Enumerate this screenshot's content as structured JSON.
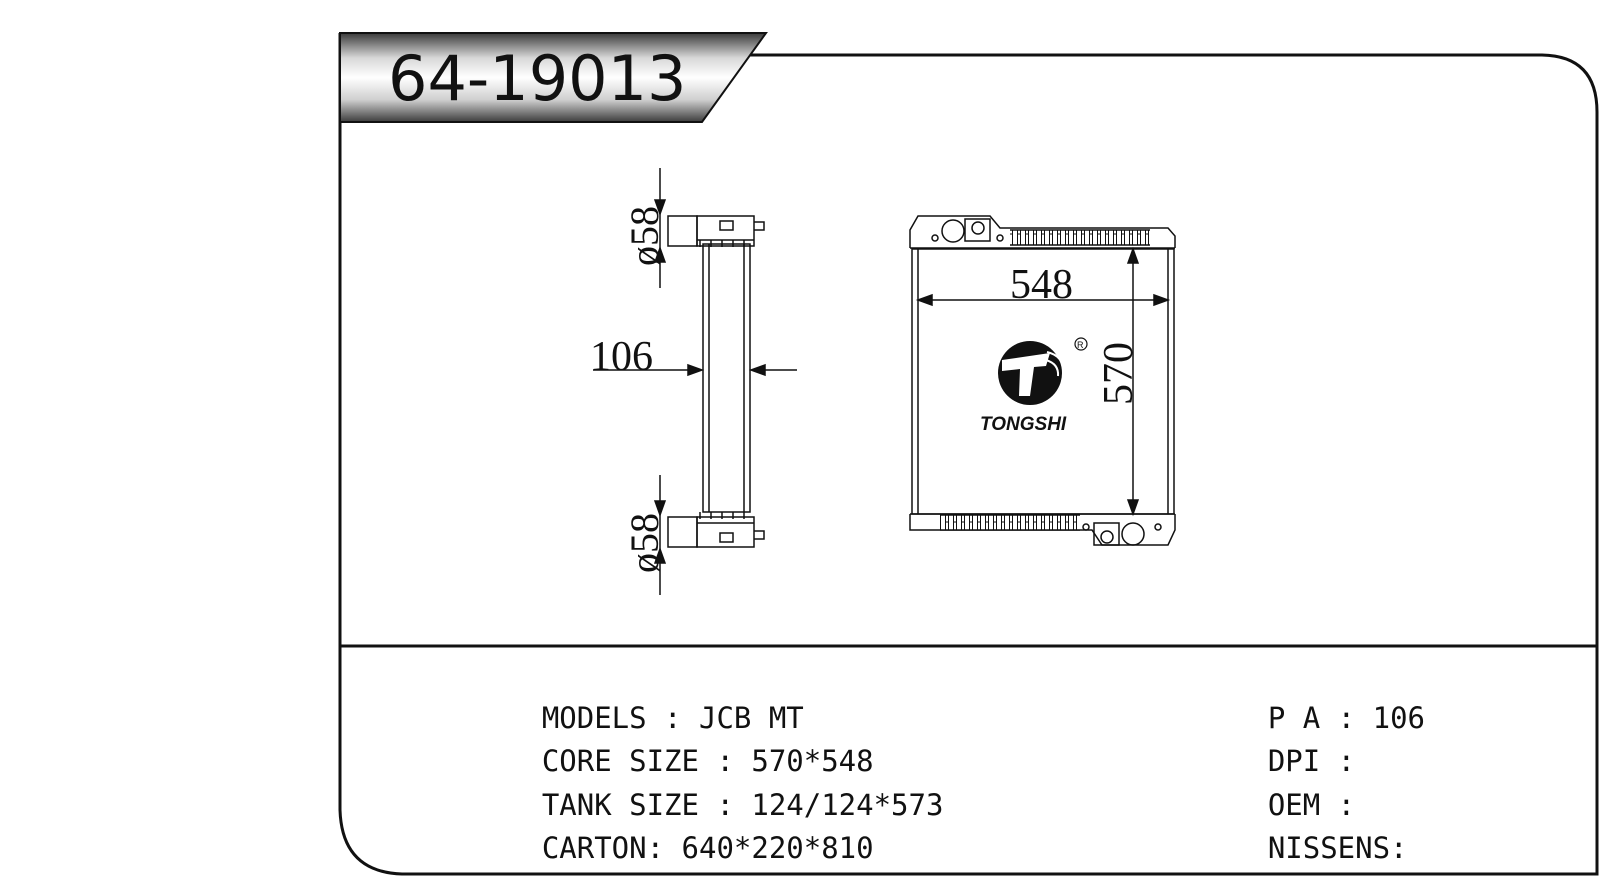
{
  "part_number": "64-19013",
  "dimensions": {
    "inlet_diameter_top": "ø58",
    "inlet_diameter_bottom": "ø58",
    "thickness": "106",
    "width": "548",
    "height": "570"
  },
  "logo": {
    "brand_text": "TONGSHI",
    "registered_mark": "R"
  },
  "specs_left": [
    {
      "label": "MODELS : ",
      "value": "JCB MT"
    },
    {
      "label": "CORE SIZE : ",
      "value": "570*548"
    },
    {
      "label": "TANK SIZE : ",
      "value": "124/124*573"
    },
    {
      "label": "CARTON: ",
      "value": "640*220*810"
    }
  ],
  "specs_right": [
    {
      "label": "P A : ",
      "value": "106"
    },
    {
      "label": "DPI : ",
      "value": ""
    },
    {
      "label": "OEM : ",
      "value": ""
    },
    {
      "label": "NISSENS:",
      "value": ""
    }
  ]
}
